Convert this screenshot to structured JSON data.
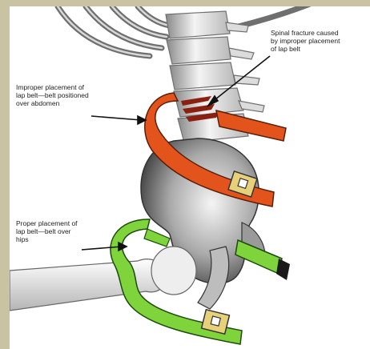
{
  "labels": {
    "spinal_fracture": "Spinal fracture caused\nby improper placement\nof lap belt",
    "improper_placement": "Improper placement of\nlap belt—belt positioned\nover abdomen",
    "proper_placement": "Proper placement of\nlap belt—belt over\nhips"
  },
  "colors": {
    "frame": "#c9c3a4",
    "improper_belt": "#e2541c",
    "proper_belt": "#7ed43a",
    "buckle": "#e6d07a",
    "bone_light": "#f0f0f0",
    "bone_shadow": "#6b6b6b",
    "fracture": "#8b1f10"
  }
}
